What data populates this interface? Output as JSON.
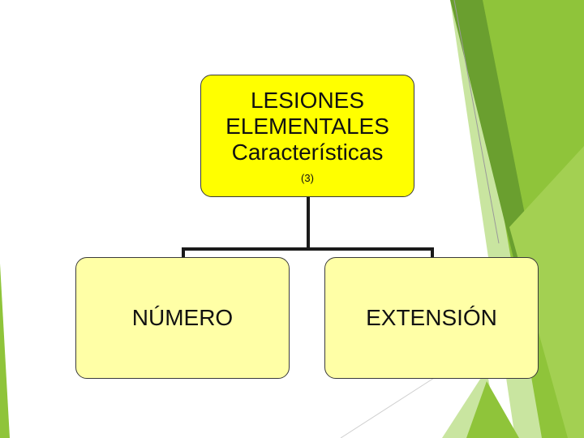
{
  "root": {
    "title_line1": "LESIONES",
    "title_line2": "ELEMENTALES",
    "title_line3": "Características",
    "reference": "(3)"
  },
  "children": [
    {
      "label": "NÚMERO"
    },
    {
      "label": "EXTENSIÓN"
    }
  ],
  "colors": {
    "root_fill": "#ffff00",
    "child_fill": "#ffffa6",
    "accent_green": "#8fc43a",
    "accent_green_dark": "#6a9f2f",
    "accent_green_light": "#c9e5a0"
  }
}
